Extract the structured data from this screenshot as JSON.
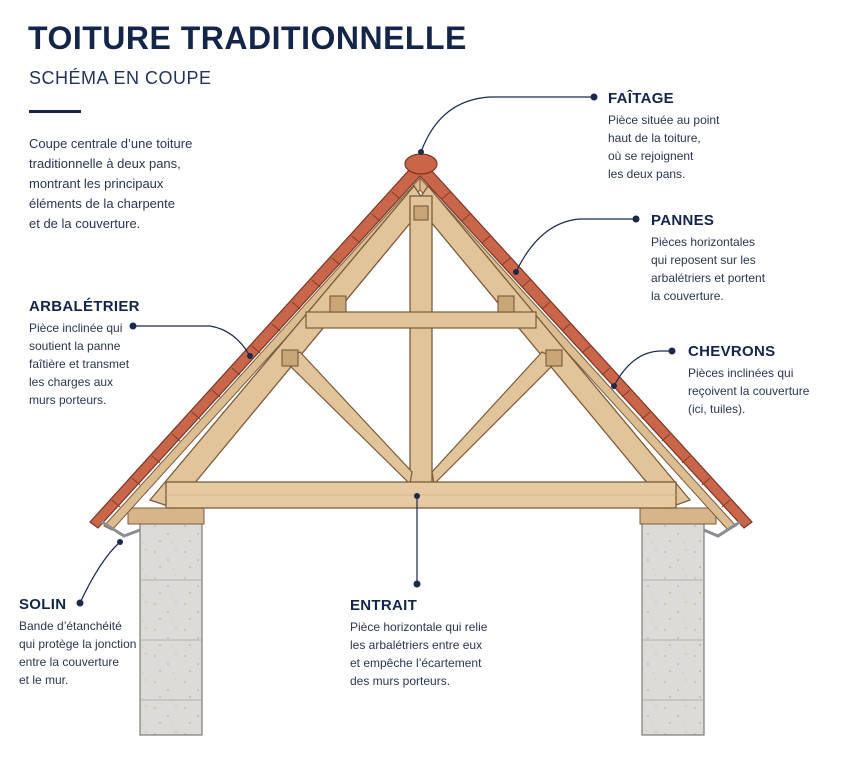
{
  "header": {
    "title": "TOITURE TRADITIONNELLE",
    "subtitle": "SCHÉMA EN COUPE",
    "intro": "Coupe centrale d’une toiture\ntraditionnelle à deux pans,\nmontrant les principaux\néléments de la charpente\net de la couverture."
  },
  "labels": {
    "faitage": {
      "title": "FAÎTAGE",
      "text": "Pièce située au point\nhaut de la toiture,\noù se rejoignent\nles deux pans."
    },
    "pannes": {
      "title": "PANNES",
      "text": "Pièces horizontales\nqui reposent sur les\narbalétriers et portent\nla couverture."
    },
    "arbaletrier": {
      "title": "ARBALÉTRIER",
      "text": "Pièce inclinée qui\nsoutient la panne\nfaîtière et transmet\nles charges aux\nmurs porteurs."
    },
    "chevrons": {
      "title": "CHEVRONS",
      "text": "Pièces inclinées qui\nreçoivent la couverture\n(ici, tuiles)."
    },
    "solin": {
      "title": "SOLIN",
      "text": "Bande d’étanchéité\nqui protège la jonction\nentre la couverture\net le mur."
    },
    "entrait": {
      "title": "ENTRAIT",
      "text": "Pièce horizontale qui relie\nles arbalétriers entre eux\net empêche l’écartement\ndes murs porteurs."
    }
  },
  "colors": {
    "accent": "#14254a",
    "wood": "#e2c49a",
    "wood_dark": "#b8926a",
    "tile": "#c9664a",
    "stone": "#d9d8d4"
  }
}
